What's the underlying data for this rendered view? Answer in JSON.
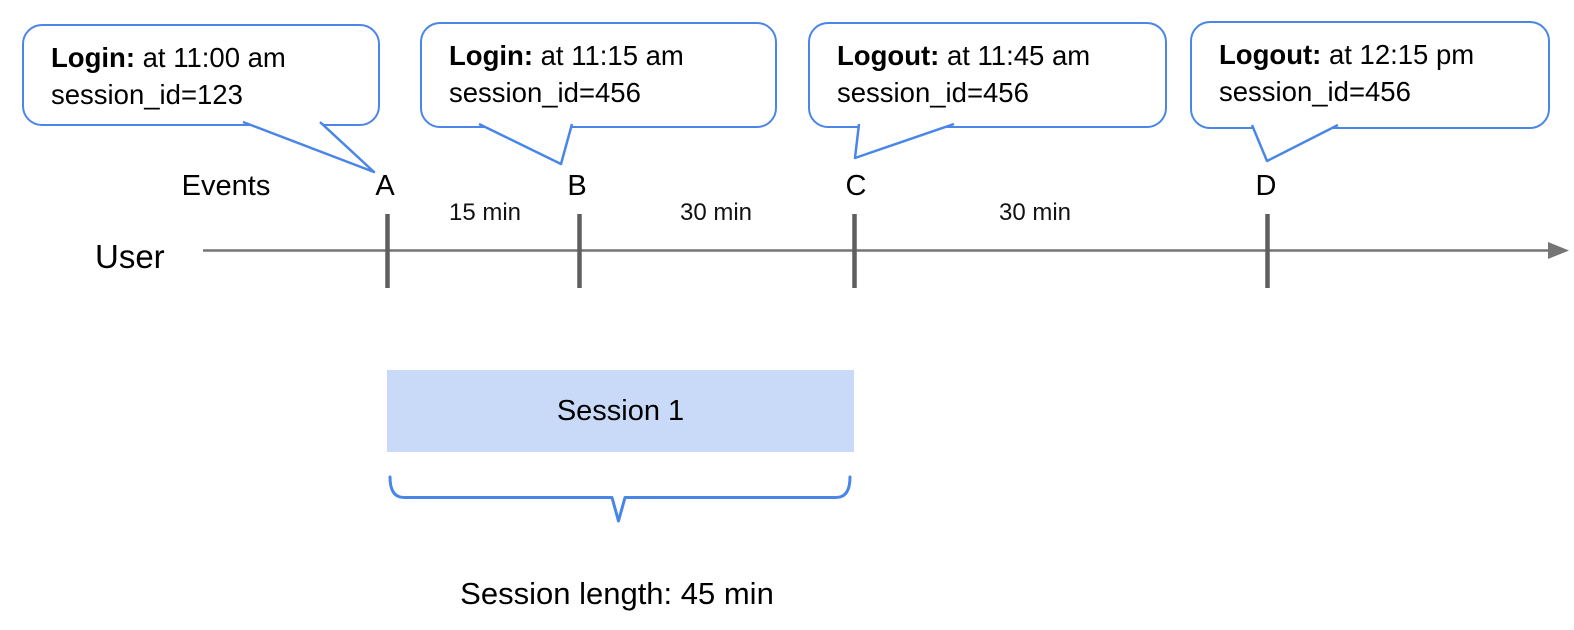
{
  "colors": {
    "accent_blue": "#4a86e8",
    "session_fill": "#c9daf8",
    "timeline_gray": "#757575",
    "tick_gray": "#5f5f5f",
    "text": "#000000"
  },
  "bubbles": [
    {
      "bold": "Login:",
      "rest": " at 11:00 am",
      "line2": "session_id=123"
    },
    {
      "bold": "Login:",
      "rest": " at 11:15 am",
      "line2": "session_id=456"
    },
    {
      "bold": "Logout:",
      "rest": " at 11:45 am",
      "line2": "session_id=456"
    },
    {
      "bold": "Logout:",
      "rest": " at 12:15 pm",
      "line2": "session_id=456"
    }
  ],
  "timeline": {
    "events_label": "Events",
    "user_label": "User",
    "markers": [
      "A",
      "B",
      "C",
      "D"
    ],
    "intervals": [
      "15 min",
      "30 min",
      "30 min"
    ]
  },
  "session": {
    "bar_label": "Session 1",
    "length_label": "Session length: 45 min"
  }
}
